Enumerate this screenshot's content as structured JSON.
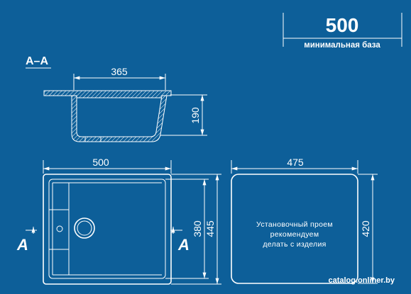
{
  "header": {
    "base_value": "500",
    "base_label": "минимальная база"
  },
  "section": {
    "label": "А–А",
    "width_dim": "365",
    "depth_dim": "190"
  },
  "top_view": {
    "width_dim": "500",
    "height_outer_dim": "445",
    "height_inner_dim": "380",
    "section_mark_left": "А",
    "section_mark_right": "А"
  },
  "cutout": {
    "width_dim": "475",
    "height_dim": "420",
    "note_line1": "Установочный проем",
    "note_line2": "рекомендуем",
    "note_line3": "делать с изделия"
  },
  "watermark": "catalog.onliner.by",
  "colors": {
    "background": "#0d5f99",
    "line": "#ffffff"
  }
}
